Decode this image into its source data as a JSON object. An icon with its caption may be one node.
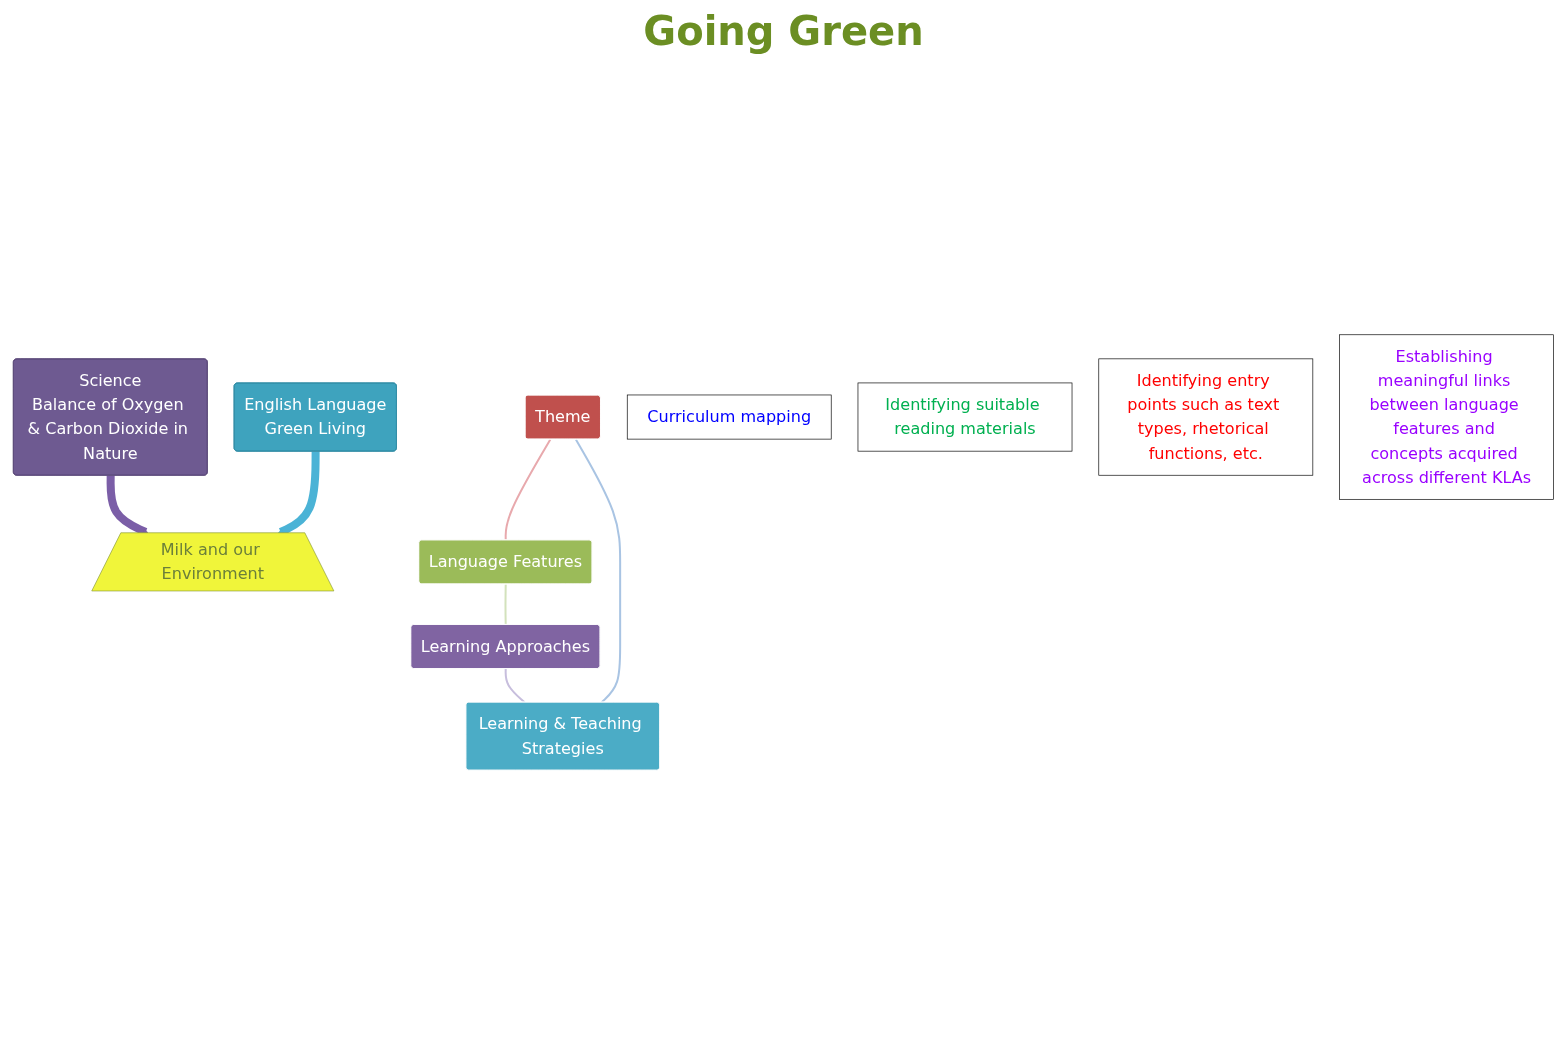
{
  "diagram": {
    "nodes": [
      {
        "text": [
          "Science",
          "Balance of Oxygen & Carbon Dioxide in Nature"
        ]
      },
      {
        "text": [
          "English Language",
          "Green Living"
        ]
      },
      {
        "text": [
          "Milk and our Environment"
        ]
      },
      {
        "text": [
          "Theme"
        ]
      },
      {
        "text": [
          "Language Features"
        ]
      },
      {
        "text": [
          "Learning Approaches"
        ]
      },
      {
        "text": [
          "Learning & Teaching Strategies"
        ]
      },
      {
        "text": [
          "Curriculum mapping"
        ]
      },
      {
        "text": [
          "Identifying suitable reading materials"
        ]
      },
      {
        "text": [
          "Identifying entry points such as text types, rhetorical functions, etc."
        ]
      },
      {
        "text": [
          "Establishing meaningful links between language features and concepts acquired across different KLAs"
        ]
      }
    ],
    "edges": [
      {
        "from": 0,
        "to": 2,
        "arrow": "to",
        "style": "thick",
        "color": "#7b5ea7"
      },
      {
        "from": 1,
        "to": 2,
        "arrow": "to",
        "style": "thick",
        "color": "#4bb3d6"
      },
      {
        "from": 3,
        "to": 4,
        "arrow": "none",
        "color": "#e8a9ad"
      },
      {
        "from": 4,
        "to": 5,
        "arrow": "none",
        "color": "#d3e2bc"
      },
      {
        "from": 5,
        "to": 6,
        "arrow": "none",
        "color": "#c7bedd"
      },
      {
        "from": 6,
        "to": 3,
        "arrow": "none",
        "color": "#a9c4e3"
      }
    ],
    "labels": [
      "Going Green"
    ]
  }
}
